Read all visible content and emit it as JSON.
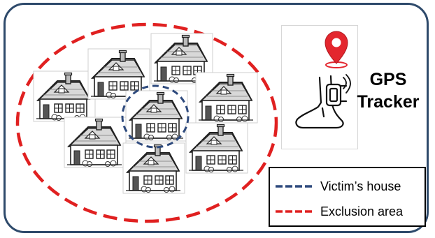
{
  "diagram": {
    "gps_tracker": {
      "title_lines": [
        "GPS",
        "Tracker"
      ],
      "pin_icon": "location-pin-icon",
      "ankle_icon": "ankle-monitor-icon"
    },
    "houses": {
      "icon": "house-icon",
      "count": 8,
      "victim_house_index": 4
    },
    "legend": {
      "items": [
        {
          "label": "Victim’s house",
          "line_color": "#2e4a7d",
          "style": "dashed"
        },
        {
          "label": "Exclusion area",
          "line_color": "#e02020",
          "style": "dashed"
        }
      ]
    },
    "colors": {
      "frame_border": "#2e4a6b",
      "exclusion_area": "#e02020",
      "victim_house": "#2e4a7d",
      "pin": "#e3262e"
    }
  }
}
